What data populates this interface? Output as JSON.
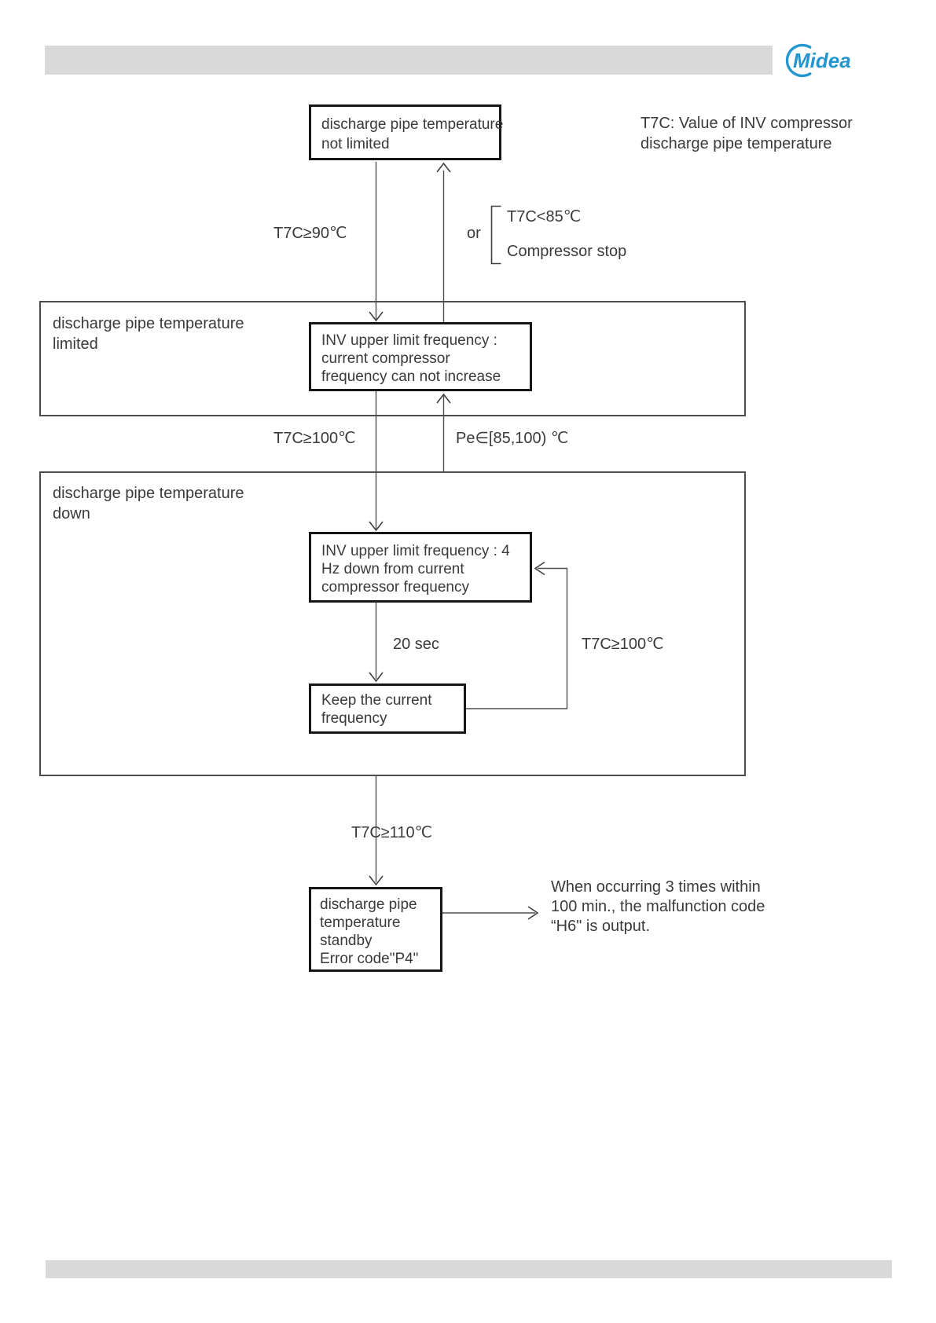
{
  "brand": "Midea",
  "colors": {
    "brand_blue": "#2496cf",
    "bar_gray": "#d9d9d9",
    "line_gray": "#4d4d4d",
    "text_dark": "#3a3a3a"
  },
  "note_right": {
    "line1": "T7C: Value of INV compressor",
    "line2": "discharge pipe temperature"
  },
  "flow": {
    "box_not_limited": {
      "line1": "discharge pipe temperature",
      "line2": "not limited"
    },
    "label_t7c_90": "T7C≥90℃",
    "label_or": "or",
    "label_t7c_85": "T7C<85℃",
    "label_compressor_stop": "Compressor stop",
    "section_limited": {
      "label_line1": "discharge pipe temperature",
      "label_line2": "limited",
      "box_line1": "INV upper limit frequency :",
      "box_line2": "current compressor",
      "box_line3": "frequency can not increase"
    },
    "label_t7c_100": "T7C≥100℃",
    "label_pe": "Pe∈[85,100) ℃",
    "section_down": {
      "label_line1": "discharge pipe temperature",
      "label_line2": "down",
      "box4hz_line1": "INV upper limit frequency : 4",
      "box4hz_line2": "Hz down from current",
      "box4hz_line3": "compressor frequency",
      "label_20sec": "20 sec",
      "keep_line1": "Keep the current",
      "keep_line2": "frequency",
      "label_loop_t7c_100": "T7C≥100℃"
    },
    "label_t7c_110": "T7C≥110℃",
    "box_standby": {
      "line1": "discharge pipe",
      "line2": "temperature",
      "line3": "standby",
      "line4": "Error code\"P4\""
    },
    "note_h6": {
      "line1": "When occurring 3 times within",
      "line2": "100 min., the malfunction code",
      "line3": "“H6\" is output."
    }
  }
}
